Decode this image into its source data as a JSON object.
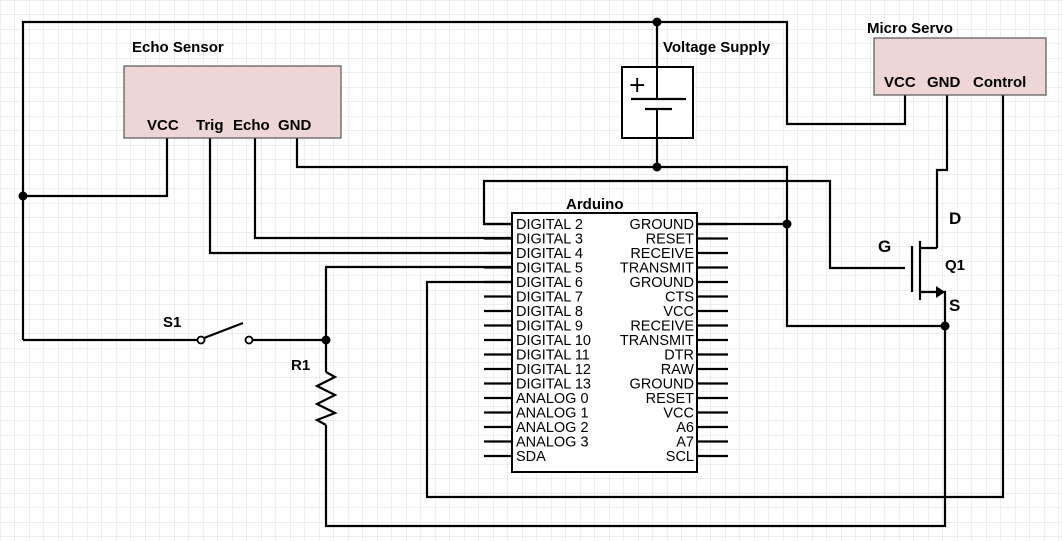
{
  "grid_color": "#dcdcdc",
  "module_fill": "#eed6d6",
  "labels": {
    "echo_sensor": "Echo Sensor",
    "voltage_supply": "Voltage Supply",
    "micro_servo": "Micro Servo",
    "arduino": "Arduino",
    "switch": "S1",
    "resistor": "R1",
    "transistor": "Q1",
    "gate": "G",
    "drain": "D",
    "source": "S",
    "battery_plus": "+"
  },
  "echo_pins": [
    "VCC",
    "Trig",
    "Echo",
    "GND"
  ],
  "servo_pins": [
    "VCC",
    "GND",
    "Control"
  ],
  "arduino_left": [
    "DIGITAL 2",
    "DIGITAL 3",
    "DIGITAL 4",
    "DIGITAL 5",
    "DIGITAL 6",
    "DIGITAL 7",
    "DIGITAL 8",
    "DIGITAL 9",
    "DIGITAL 10",
    "DIGITAL 11",
    "DIGITAL 12",
    "DIGITAL 13",
    "ANALOG 0",
    "ANALOG 1",
    "ANALOG 2",
    "ANALOG 3",
    "SDA"
  ],
  "arduino_right": [
    "GROUND",
    "RESET",
    "RECEIVE",
    "TRANSMIT",
    "GROUND",
    "CTS",
    "VCC",
    "RECEIVE",
    "TRANSMIT",
    "DTR",
    "RAW",
    "GROUND",
    "RESET",
    "VCC",
    "A6",
    "A7",
    "SCL"
  ]
}
